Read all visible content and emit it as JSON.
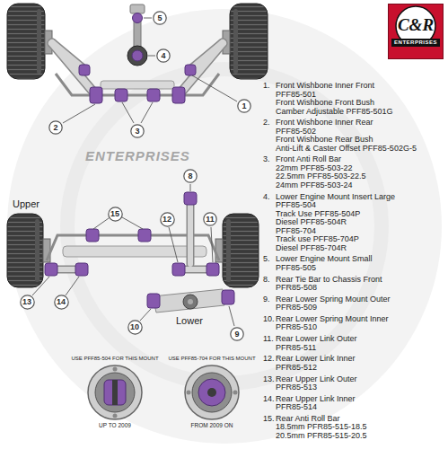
{
  "diagram": {
    "nodes": [
      {
        "text": [
          "5"
        ]
      },
      {
        "text": [
          "C&R",
          "ENTERPRISES"
        ]
      },
      {
        "text": [
          "4"
        ]
      },
      {
        "text": [
          "1"
        ]
      },
      {
        "text": [
          "2"
        ]
      },
      {
        "text": [
          "3"
        ]
      },
      {
        "text": [
          "8"
        ]
      },
      {
        "text": [
          "15"
        ]
      },
      {
        "text": [
          "12"
        ]
      },
      {
        "text": [
          "11"
        ]
      },
      {
        "text": [
          "13"
        ]
      },
      {
        "text": [
          "14"
        ]
      },
      {
        "text": [
          "10"
        ]
      },
      {
        "text": [
          "9"
        ]
      }
    ],
    "labels": [
      "Upper",
      "Lower",
      "ENTERPRISES",
      "1.",
      "Front Wishbone Inner Front",
      "PFF85-501",
      "Front Wishbone Front Bush",
      "Camber Adjustable PFF85-501G",
      "2.",
      "Front Wishbone Inner Rear",
      "PFF85-502",
      "Front Wishbone Rear Bush",
      "Anti-Lift & Caster Offset PFF85-502G-5",
      "3.",
      "Front Anti Roll Bar",
      "22mm PFF85-503-22",
      "22.5mm PFF85-503-22.5",
      "24mm PFF85-503-24",
      "4.",
      "Lower Engine Mount Insert Large",
      "PFF85-504",
      "Track Use PFF85-504P",
      "Diesel PFF85-504R",
      "PFF85-704",
      "Track use PFF85-704P",
      "Diesel PFF85-704R",
      "5.",
      "Lower Engine Mount Small",
      "PFF85-505",
      "8.",
      "Rear Tie Bar to Chassis Front",
      "PFR85-508",
      "9.",
      "Rear Lower Spring Mount Outer",
      "PFR85-509",
      "10.",
      "Rear Lower Spring Mount Inner",
      "PFR85-510",
      "11.",
      "Rear Lower Link Outer",
      "PFR85-511",
      "12.",
      "Rear Lower Link Inner",
      "PFR85-512",
      "13.",
      "Rear Upper Link Outer",
      "PFR85-513",
      "14.",
      "Rear Upper Link Inner",
      "PFR85-514",
      "15.",
      "Rear Anti Roll Bar",
      "18.5mm PFR85-515-18.5",
      "20.5mm PFR85-515-20.5",
      "USE PFF85-504 FOR THIS MOUNT",
      "USE PFF85-704 FOR THIS MOUNT",
      "UP TO 2009",
      "FROM 2009 ON"
    ]
  }
}
